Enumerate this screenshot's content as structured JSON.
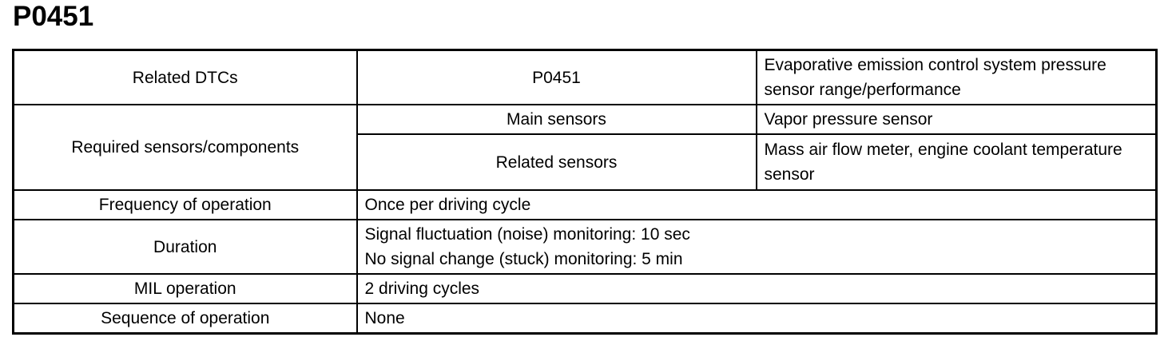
{
  "title": "P0451",
  "table": {
    "related_dtcs": {
      "label": "Related DTCs",
      "code": "P0451",
      "description": "Evaporative emission control system pressure sensor range/performance"
    },
    "required_sensors": {
      "label": "Required sensors/components",
      "main": {
        "label": "Main sensors",
        "value": "Vapor pressure sensor"
      },
      "related": {
        "label": "Related sensors",
        "value": "Mass air flow meter, engine coolant temperature sensor"
      }
    },
    "frequency": {
      "label": "Frequency of operation",
      "value": "Once per driving cycle"
    },
    "duration": {
      "label": "Duration",
      "lines": [
        "Signal fluctuation (noise) monitoring: 10 sec",
        "No signal change (stuck) monitoring: 5 min"
      ]
    },
    "mil": {
      "label": "MIL operation",
      "value": "2 driving cycles"
    },
    "sequence": {
      "label": "Sequence of operation",
      "value": "None"
    }
  },
  "colors": {
    "background": "#ffffff",
    "text": "#000000",
    "border": "#000000"
  }
}
